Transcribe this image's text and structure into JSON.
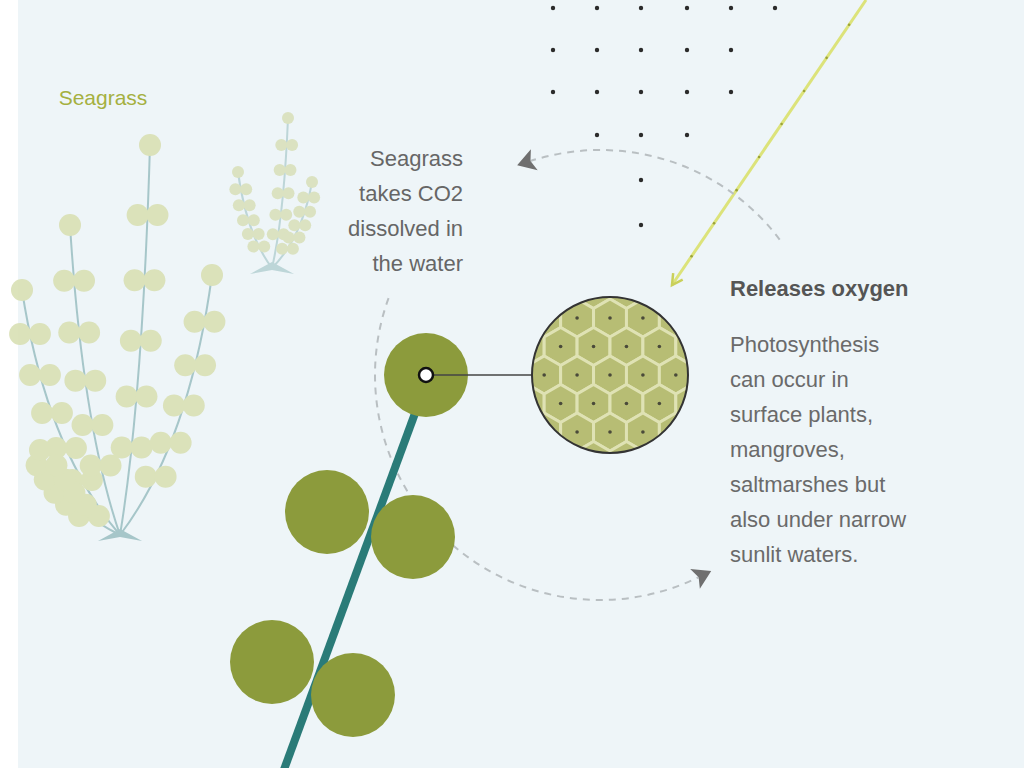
{
  "diagram": {
    "labels": [
      "Seagrass",
      "Seagrass takes CO2 dissolved in the water",
      "Releases oxygen",
      "Photosynthesis can occur in surface plants, mangroves, saltmarshes but also under narrow sunlit waters."
    ]
  }
}
